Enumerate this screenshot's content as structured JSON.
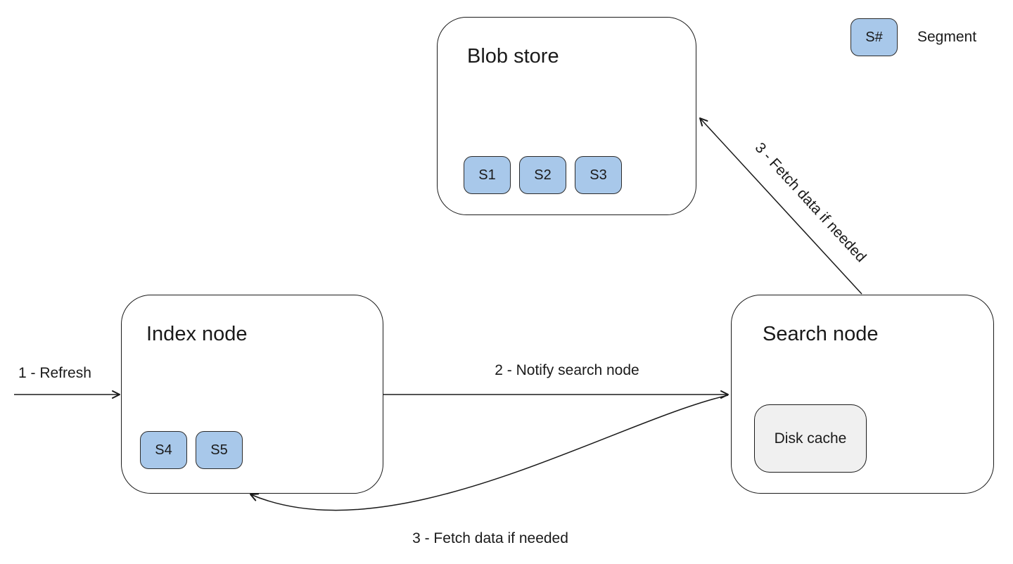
{
  "diagram": {
    "nodes": {
      "blob_store": {
        "title": "Blob store",
        "segments": [
          "S1",
          "S2",
          "S3"
        ]
      },
      "index_node": {
        "title": "Index node",
        "segments": [
          "S4",
          "S5"
        ]
      },
      "search_node": {
        "title": "Search node",
        "cache_label": "Disk cache"
      }
    },
    "edges": {
      "refresh": {
        "label": "1 - Refresh"
      },
      "notify": {
        "label": "2 - Notify search node"
      },
      "fetch_blob": {
        "label": "3 - Fetch data if needed"
      },
      "fetch_index": {
        "label": "3 - Fetch data if needed"
      }
    },
    "legend": {
      "chip_label": "S#",
      "text": "Segment"
    },
    "colors": {
      "segment_fill": "#a8c8ea",
      "cache_fill": "#f0f0f0",
      "stroke": "#1a1a1a"
    }
  }
}
